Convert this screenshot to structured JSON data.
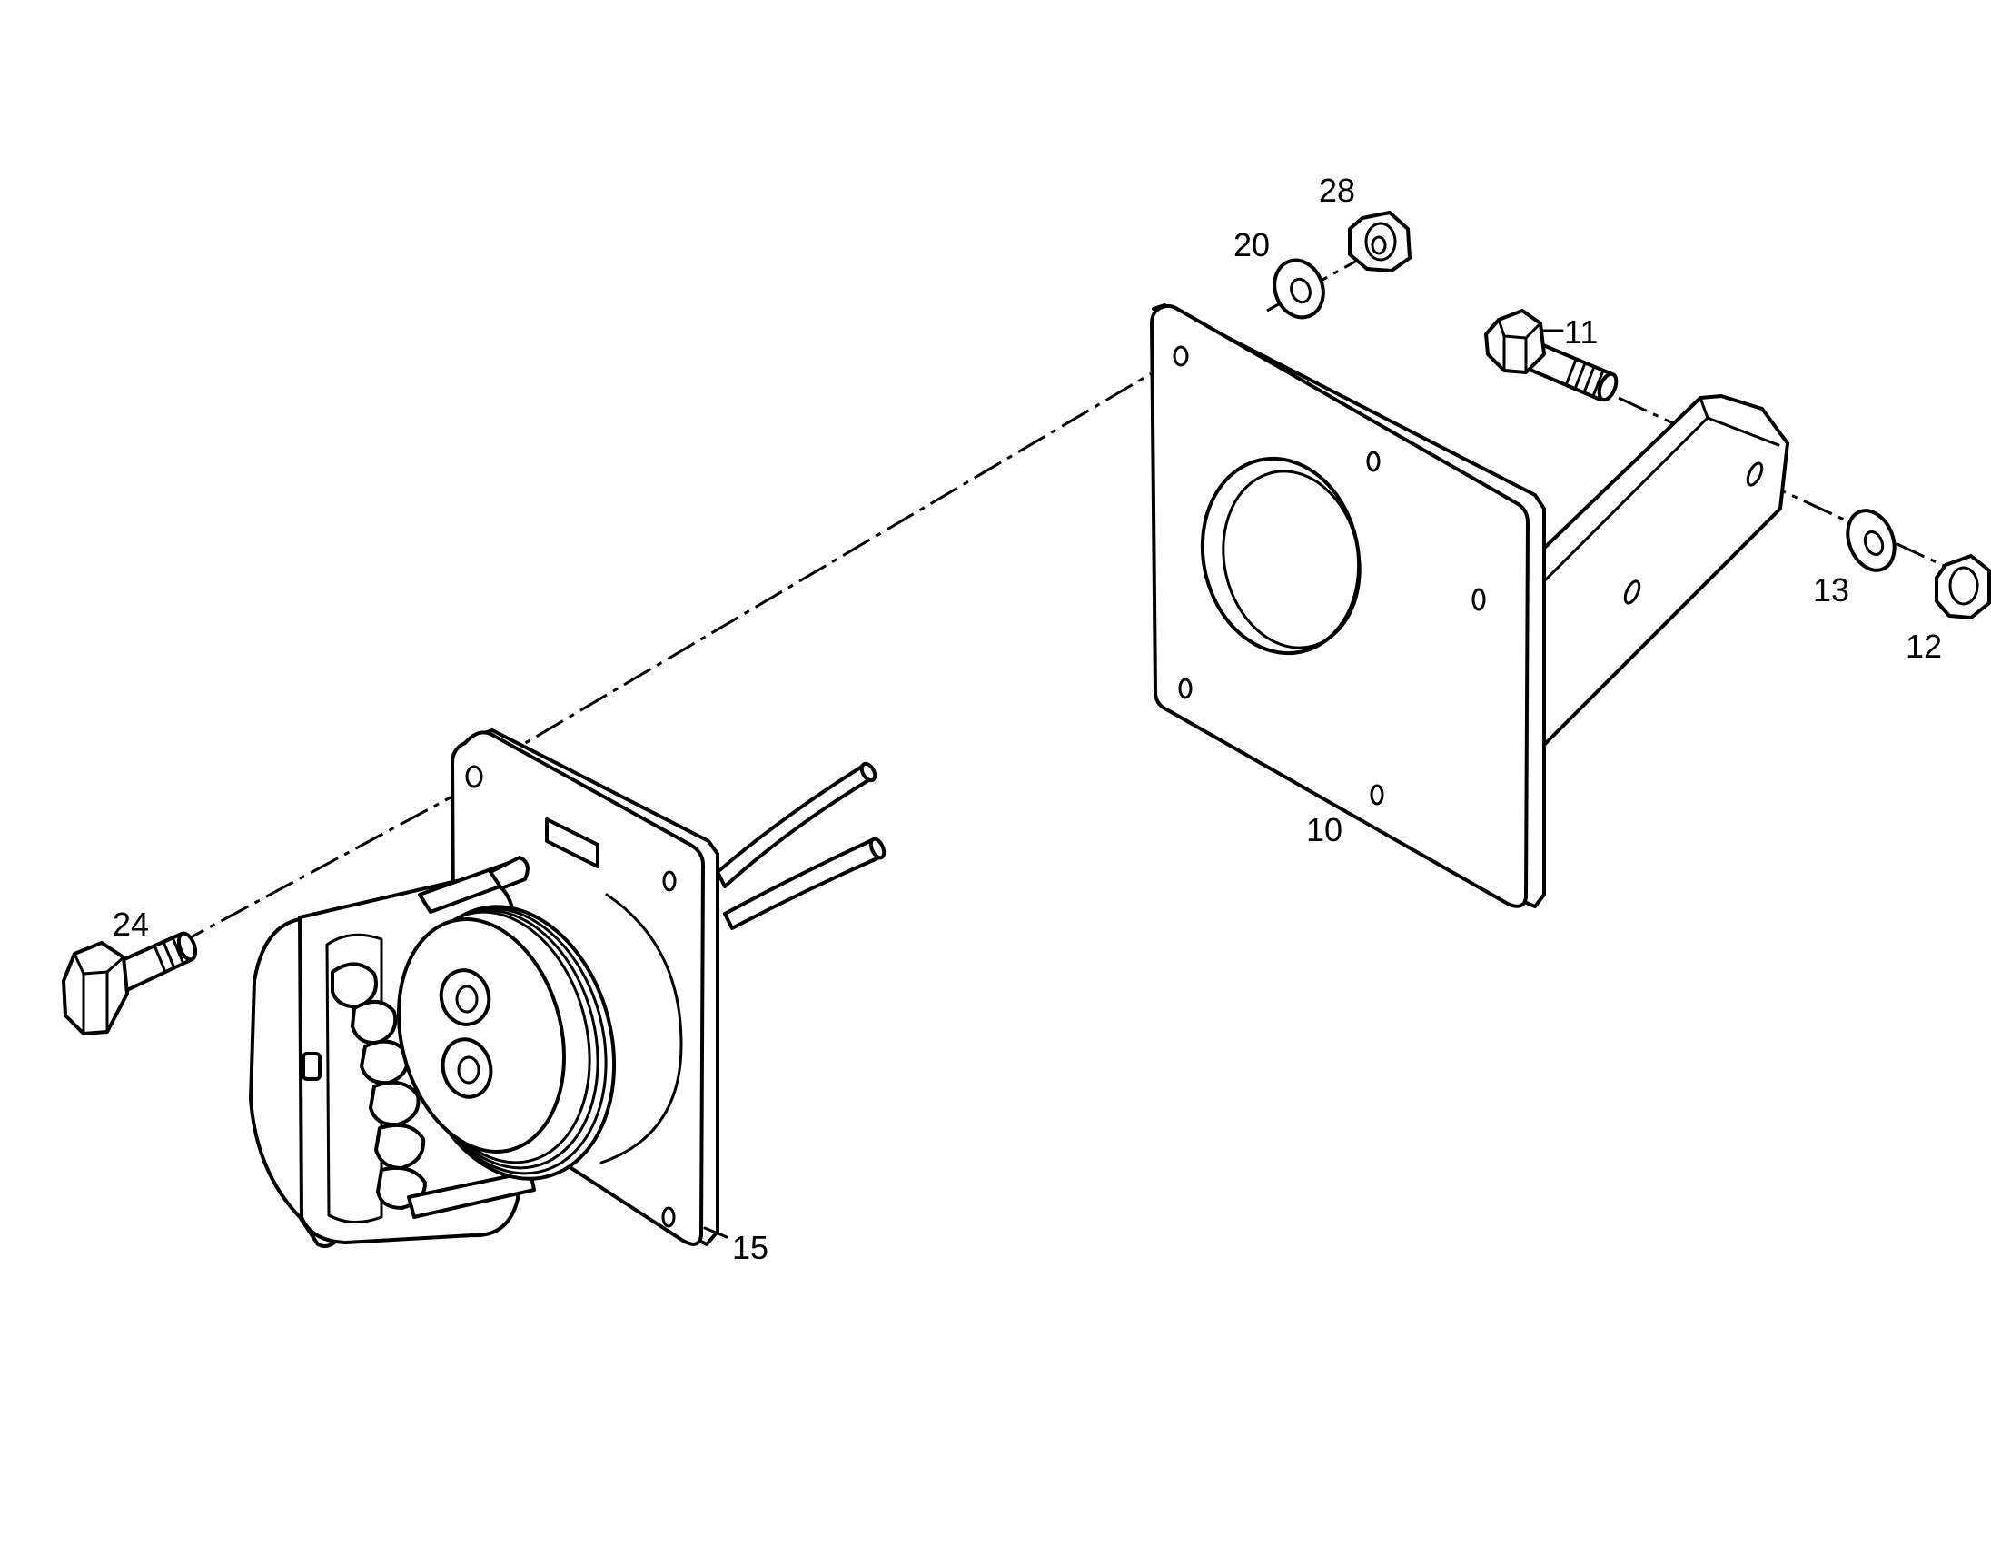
{
  "callouts": {
    "part_10": "10",
    "part_11": "11",
    "part_12": "12",
    "part_13": "13",
    "part_15": "15",
    "part_20": "20",
    "part_24": "24",
    "part_28": "28"
  },
  "colors": {
    "line": "#000000",
    "background": "#ffffff"
  }
}
